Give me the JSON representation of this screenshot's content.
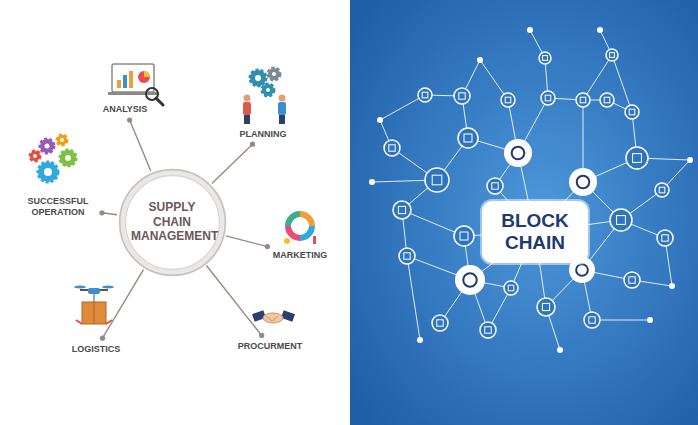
{
  "diagram": {
    "nodes": [
      {
        "text": [
          "ANALYSIS"
        ]
      },
      {
        "text": [
          "PLANNING"
        ]
      },
      {
        "text": [
          "SUCCESSFUL OPERATION"
        ]
      },
      {
        "text": [
          "SUPPLY CHAIN MANAGEMENT"
        ]
      },
      {
        "text": [
          "MARKETING"
        ]
      },
      {
        "text": [
          "LOGISTICS"
        ]
      },
      {
        "text": [
          "PROCURMENT"
        ]
      },
      {
        "text": [
          "BLOCK CHAIN"
        ]
      }
    ],
    "edges": [
      {
        "from": 3,
        "to": 0,
        "arrow": "none"
      },
      {
        "from": 3,
        "to": 1,
        "arrow": "none"
      },
      {
        "from": 3,
        "to": 2,
        "arrow": "none"
      },
      {
        "from": 3,
        "to": 4,
        "arrow": "none"
      },
      {
        "from": 3,
        "to": 5,
        "arrow": "none"
      },
      {
        "from": 3,
        "to": 6,
        "arrow": "none"
      }
    ]
  }
}
